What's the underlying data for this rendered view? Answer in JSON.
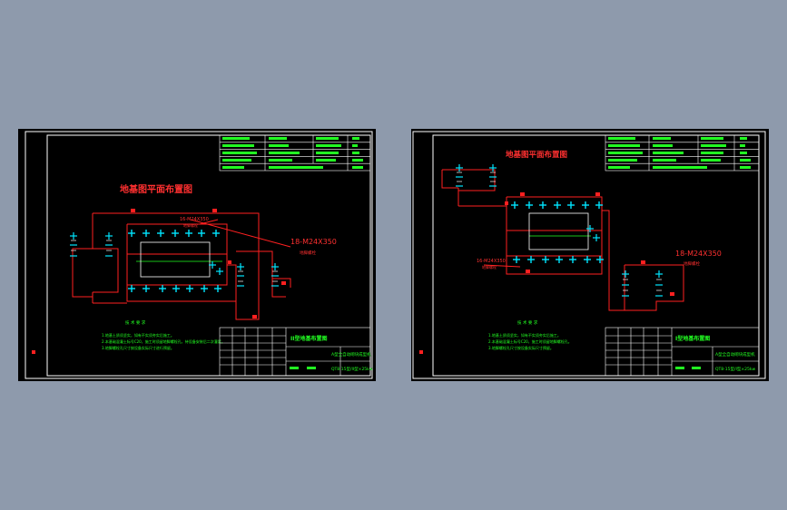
{
  "drawings": [
    {
      "plan_title": "地基图平面布置图",
      "bolt_label_main": "18-M24X350",
      "bolt_label_main_sub": "地脚螺栓",
      "bolt_label_small": "16-M24X350",
      "bolt_label_small_sub": "地脚螺栓",
      "notes_heading": "技 术 要 求",
      "notes": [
        "1.地基土质须坚实，如有不实须夯实后施工。",
        "2.本基础混凝土标号C20，施工时须留地脚螺栓孔，待设备安装后二次灌浆。",
        "3.地脚螺栓孔尺寸按设备实际尺寸进行预留。"
      ],
      "title_name": "II型地基布置图",
      "title_org": "A型全自动砌块成型机",
      "title_model": "QT8-15型/II型×25kw"
    },
    {
      "plan_title": "地基图平面布置图",
      "bolt_label_main": "18-M24X350",
      "bolt_label_main_sub": "地脚螺栓",
      "bolt_label_small": "16-M24X350",
      "bolt_label_small_sub": "地脚螺栓",
      "notes_heading": "技 术 要 求",
      "notes": [
        "1.地基土质须坚实，如有不实须夯实后施工。",
        "2.本基础混凝土标号C20，施工时须留地脚螺栓孔。",
        "3.地脚螺栓孔尺寸按设备实际尺寸预留。"
      ],
      "title_name": "I型地基布置图",
      "title_org": "A型全自动砌块成型机",
      "title_model": "QT8-15型/I型×25kw"
    }
  ],
  "colors": {
    "background": "#8e9aac",
    "sheet": "#000000",
    "frame": "#ffffff",
    "line_red": "#ff2020",
    "bolt_cyan": "#00e5ff",
    "text_green": "#22ff22",
    "text_red": "#ff3030"
  }
}
